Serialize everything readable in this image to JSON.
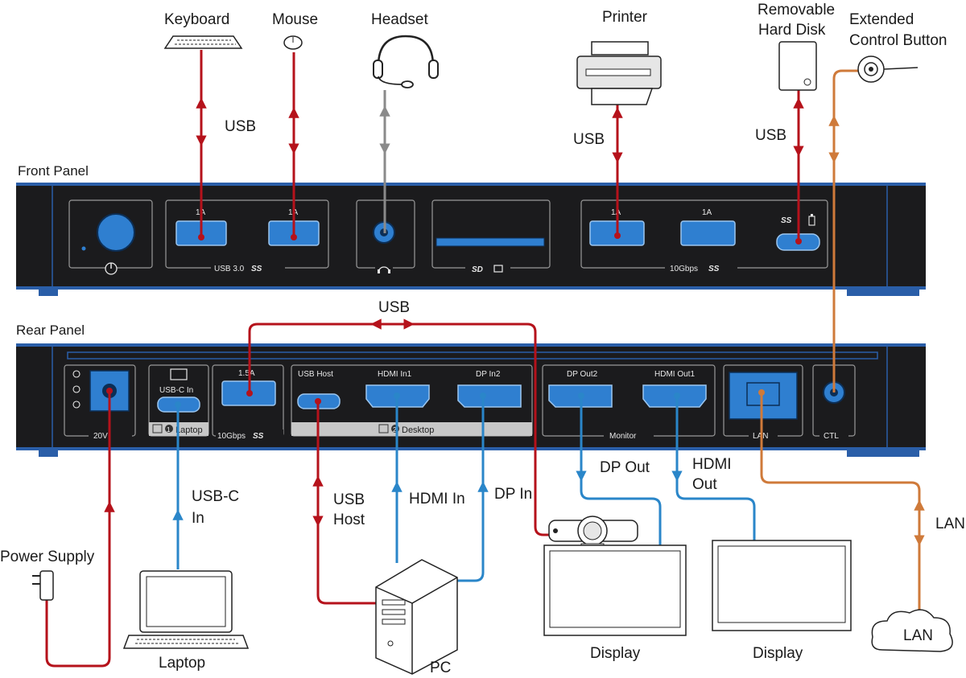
{
  "panels": {
    "front_title": "Front Panel",
    "rear_title": "Rear Panel"
  },
  "devices": {
    "keyboard": "Keyboard",
    "mouse": "Mouse",
    "headset": "Headset",
    "printer": "Printer",
    "removable_disk_line1": "Removable",
    "removable_disk_line2": "Hard Disk",
    "control_button_line1": "Extended",
    "control_button_line2": "Control Button",
    "power_supply": "Power Supply",
    "laptop": "Laptop",
    "pc": "PC",
    "display_1": "Display",
    "display_2": "Display",
    "lan_cloud": "LAN"
  },
  "connections": {
    "usb_front_left": "USB",
    "usb_printer": "USB",
    "usb_disk": "USB",
    "usb_rear_top": "USB",
    "usbc_in_line1": "USB-C",
    "usbc_in_line2": "In",
    "usb_host_line1": "USB",
    "usb_host_line2": "Host",
    "hdmi_in": "HDMI In",
    "dp_in": "DP In",
    "dp_out": "DP Out",
    "hdmi_out_line1": "HDMI",
    "hdmi_out_line2": "Out",
    "lan": "LAN"
  },
  "front_ports": {
    "usb3_group": "USB 3.0",
    "ss_a": "SS",
    "usb3_amp_1": "1A",
    "usb3_amp_2": "1A",
    "tengbps_group": "10Gbps",
    "ss_b": "SS",
    "tengbps_amp_1": "1A",
    "tengbps_amp_2": "1A",
    "ss_c": "SS",
    "sd_label": "SD"
  },
  "rear_ports": {
    "power_label": "20V",
    "usbc_in": "USB-C In",
    "laptop_group": "Laptop",
    "usb_15a": "1.5A",
    "tengbps": "10Gbps",
    "ss_d": "SS",
    "usb_host": "USB Host",
    "hdmi_in1": "HDMI In1",
    "dp_in2": "DP In2",
    "desktop_group": "Desktop",
    "group_num_1": "1",
    "group_num_2": "2",
    "dp_out2": "DP Out2",
    "hdmi_out1": "HDMI Out1",
    "monitor_group": "Monitor",
    "lan_port": "LAN",
    "ctl_port": "CTL"
  },
  "colors": {
    "usb_power": "#b5121b",
    "video_usbc": "#2a86c9",
    "audio": "#8a8a8a",
    "lan_ctl": "#cf7a3a",
    "panel": "#1b1b1d",
    "port": "#2f7fd0"
  }
}
